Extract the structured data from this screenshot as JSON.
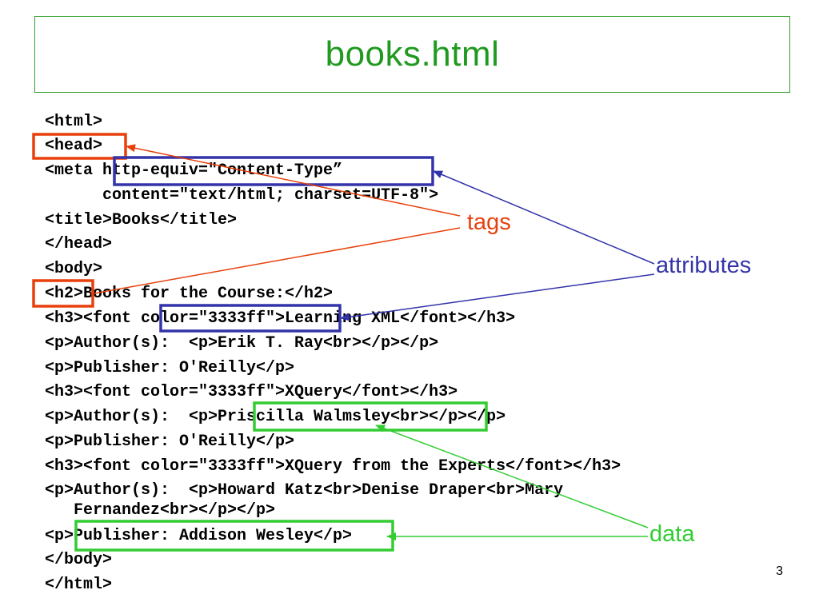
{
  "title": "books.html",
  "code_lines": [
    "<html>",
    "<head>",
    "<meta http-equiv=\"Content-Type”",
    "      content=\"text/html; charset=UTF-8\">",
    "<title>Books</title>",
    "</head>",
    "<body>",
    "<h2>Books for the Course:</h2>",
    "<h3><font color=\"3333ff\">Learning XML</font></h3>",
    "<p>Author(s):  <p>Erik T. Ray<br></p></p>",
    "<p>Publisher: O'Reilly</p>",
    "<h3><font color=\"3333ff\">XQuery</font></h3>",
    "<p>Author(s):  <p>Priscilla Walmsley<br></p></p>",
    "<p>Publisher: O'Reilly</p>",
    "<h3><font color=\"3333ff\">XQuery from the Experts</font></h3>",
    "<p>Author(s):  <p>Howard Katz<br>Denise Draper<br>Mary",
    " Fernandez<br></p></p>",
    "<p>Publisher: Addison Wesley</p>",
    "</body>",
    "</html>"
  ],
  "labels": {
    "tags": "tags",
    "attributes": "attributes",
    "data": "data"
  },
  "page_number": "3",
  "colors": {
    "title": "#1f9a1f",
    "tags": "#e8400c",
    "attributes": "#3333aa",
    "data": "#33cc33"
  }
}
